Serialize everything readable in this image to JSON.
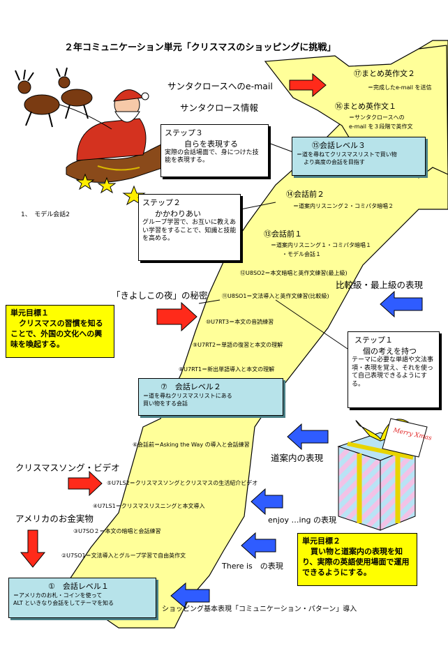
{
  "title": "２年コミュニケーション単元「クリスマスのショッピングに挑戦」",
  "colors": {
    "path_fill": "#ffff99",
    "level_box": "#b7e3ea",
    "goal_fill": "#ffff00",
    "red_arrow": "#ff2a1a",
    "blue_arrow": "#2f5cff"
  },
  "left_labels": {
    "santa_email": "サンタクロースへのe-mail",
    "santa_info": "サンタクロース情報",
    "model_dialog": "1、　モデル会話2",
    "silent_night": "「きよしこの夜」の秘密",
    "christmas_song": "クリスマスソング・ビデオ",
    "america_money": "アメリカのお金実物"
  },
  "right_labels": {
    "comparative": "比較級・最上級の表現",
    "directions": "道案内の表現",
    "enjoy_ing": "enjoy …ing の表現",
    "there_is": "There is　の表現",
    "shopping_basic": "ショッピング基本表現「コミュニケーション・パターン」導入"
  },
  "steps": {
    "s1": {
      "title": "ステップ１",
      "subtitle": "個の考えを持つ",
      "body": "テーマに必要な単語や文法事項・表現を覚え、それを使って自己表現できるようにする。"
    },
    "s2": {
      "title": "ステップ２",
      "subtitle": "かかわりあい",
      "body": "グループ学習で、お互いに教えあい学習をすることで、知識と技能を高める。"
    },
    "s3": {
      "title": "ステップ３",
      "subtitle": "自らを表現する",
      "body": "実際の会話場面で、身につけた技能を表現する。"
    }
  },
  "goals": {
    "g1": {
      "title": "単元目標１",
      "body": "クリスマスの習慣を知ることで、外国の文化への興味を喚起する。"
    },
    "g2": {
      "title": "単元目標２",
      "body": "買い物と道案内の表現を知り、実際の英語使用場面で運用できるようにする。"
    }
  },
  "levels": {
    "l1": {
      "title": "①　会話レベル１",
      "line1": "＝アメリカのお札・コインを使って",
      "line2": "ALT といきなり会話をしてテーマを知る"
    },
    "l2": {
      "title": "⑦　会話レベル２",
      "line1": "＝道を尋ねクリスマスリストにある",
      "line2": "買い物をする会話"
    },
    "l3": {
      "title": "⑮会話レベル３",
      "line1": "＝道を尋ねてクリスマスリストで買い物",
      "line2": "より高度の会話を目指す"
    }
  },
  "path_items": {
    "i2": "②U7SO1＝文法導入とグループ学習で自由英作文",
    "i3": "③U7SO２＝本文の暗唱と会話練習",
    "i4": "④U7LS1＝クリスマスリスニングと本文導入",
    "i5": "⑤U7LS2＝クリスマスソングとクリスマスの生活紹介ビデオ",
    "i6": "⑥会話前＝Asking the Way の導入と会話練習",
    "i8": "⑧U7RT1＝新出単語導入と本文の理解",
    "i9": "⑨U7RT2＝単語の復習と本文の理解",
    "i10": "⑩U7RT3＝本文の音読練習",
    "i11": "⑪U8SO1＝文法導入と英作文練習(比較級)",
    "i12": "⑫U8SO2＝本文暗唱と英作文練習(最上級)",
    "i13_title": "⑬会話前１",
    "i13_line1": "＝道案内リスニング１・コミパタ暗唱１",
    "i13_line2": "・モデル会話１",
    "i14_title": "⑭会話前２",
    "i14_line1": "＝道案内リスニング２・コミパタ暗唱２",
    "i16_title": "⑯まとめ英作文１",
    "i16_line1": "＝サンタクロースへの",
    "i16_line2": "e-mail を３段階で英作文",
    "i17_title": "⑰まとめ英作文２",
    "i17_line1": "＝完成したe-mail を送信"
  },
  "gift_tag": "Merry Xmas"
}
